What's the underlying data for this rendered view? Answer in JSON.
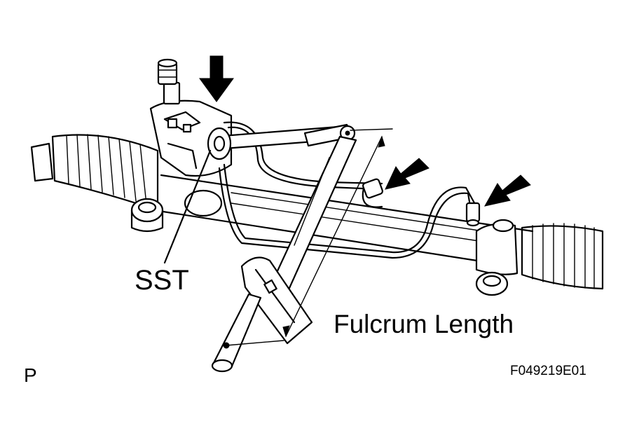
{
  "labels": {
    "sst": "SST",
    "fulcrum_length": "Fulcrum Length",
    "corner_mark": "P",
    "figure_code": "F049219E01"
  },
  "colors": {
    "ink": "#000000",
    "background": "#ffffff"
  },
  "icons": [
    "down-arrow-icon",
    "diagonal-arrow-icon",
    "diagonal-arrow-icon"
  ]
}
